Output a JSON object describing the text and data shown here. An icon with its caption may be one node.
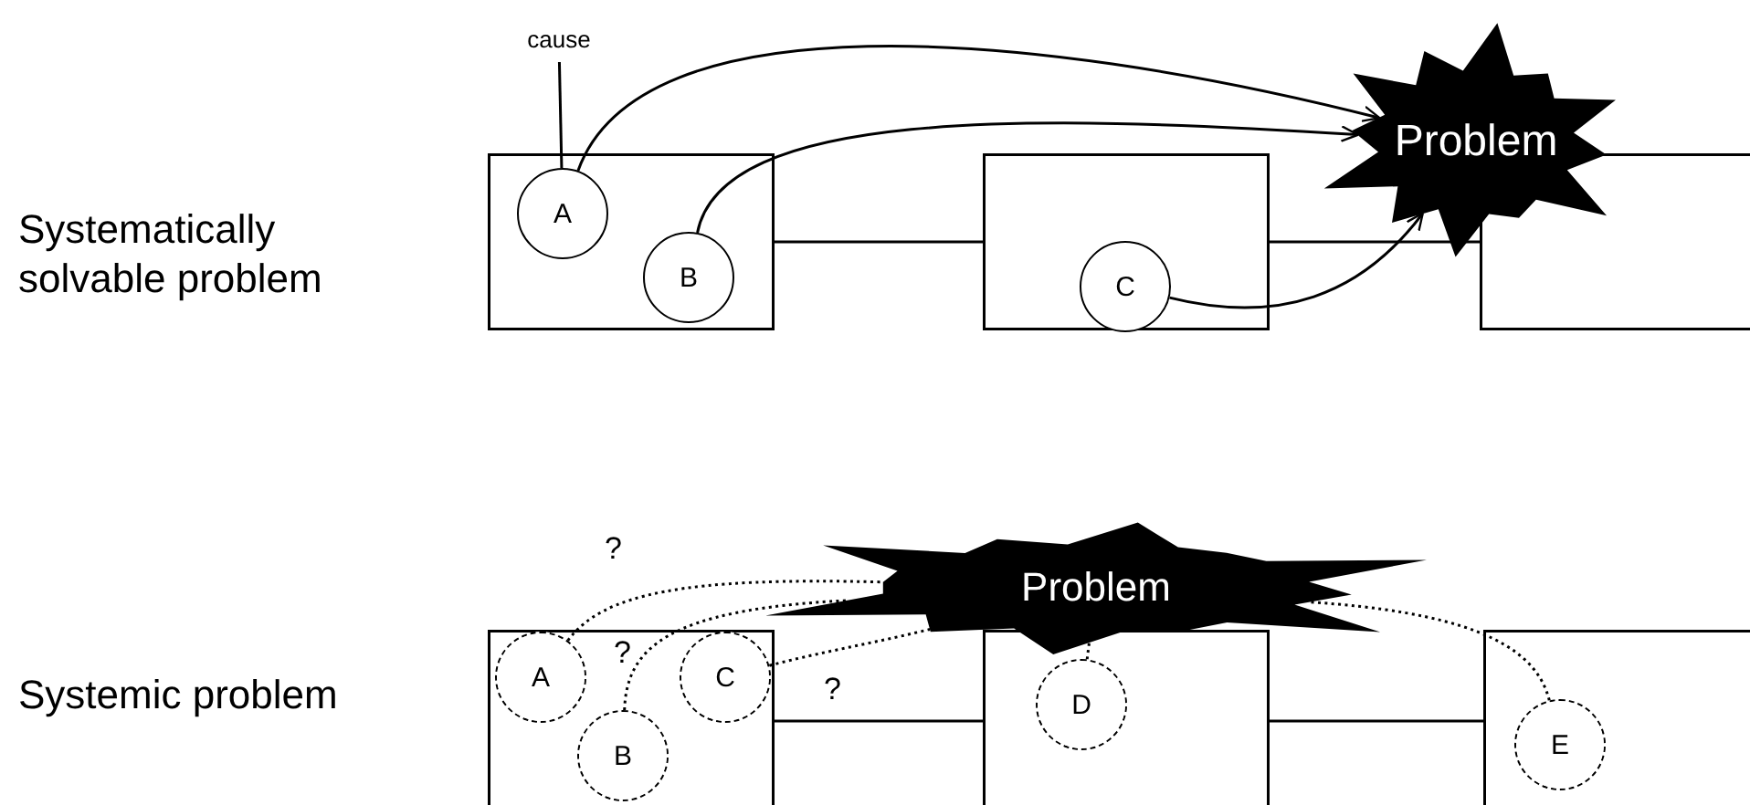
{
  "diagram": {
    "nodes": [
      {
        "text": [
          "cause"
        ]
      },
      {
        "text": [],
        "shape": "box"
      },
      {
        "text": [
          "A"
        ],
        "in": 1
      },
      {
        "text": [
          "B"
        ],
        "in": 1
      },
      {
        "text": [],
        "shape": "box"
      },
      {
        "text": [
          "C"
        ],
        "in": 4
      },
      {
        "text": [],
        "shape": "box"
      },
      {
        "text": [
          "Problem"
        ]
      },
      {
        "text": [],
        "shape": "box"
      },
      {
        "text": [
          "A"
        ],
        "in": 8
      },
      {
        "text": [
          "B"
        ],
        "in": 8
      },
      {
        "text": [
          "C"
        ],
        "in": 8
      },
      {
        "text": [],
        "shape": "box"
      },
      {
        "text": [
          "D"
        ],
        "in": 12
      },
      {
        "text": [],
        "shape": "box"
      },
      {
        "text": [
          "E"
        ],
        "in": 14
      },
      {
        "text": [
          "Problem"
        ]
      }
    ],
    "edges": [
      {
        "from": 0,
        "to": 2,
        "arrow": "none"
      },
      {
        "from": 1,
        "to": 4,
        "arrow": "none"
      },
      {
        "from": 4,
        "to": 6,
        "arrow": "none"
      },
      {
        "from": 2,
        "to": 7,
        "arrow": "to"
      },
      {
        "from": 3,
        "to": 7,
        "arrow": "to"
      },
      {
        "from": 5,
        "to": 7,
        "arrow": "to"
      },
      {
        "from": 8,
        "to": 12,
        "arrow": "none"
      },
      {
        "from": 12,
        "to": 14,
        "arrow": "none"
      },
      {
        "from": 9,
        "to": 16,
        "arrow": "none",
        "style": "dashed",
        "label": "?"
      },
      {
        "from": 10,
        "to": 16,
        "arrow": "none",
        "style": "dashed",
        "label": "?"
      },
      {
        "from": 11,
        "to": 16,
        "arrow": "none",
        "style": "dashed",
        "label": "?"
      },
      {
        "from": 13,
        "to": 16,
        "arrow": "none",
        "style": "dashed"
      },
      {
        "from": 15,
        "to": 16,
        "arrow": "none",
        "style": "dashed"
      }
    ],
    "labels": [
      "Systematically solvable problem",
      "Systemic problem"
    ]
  }
}
